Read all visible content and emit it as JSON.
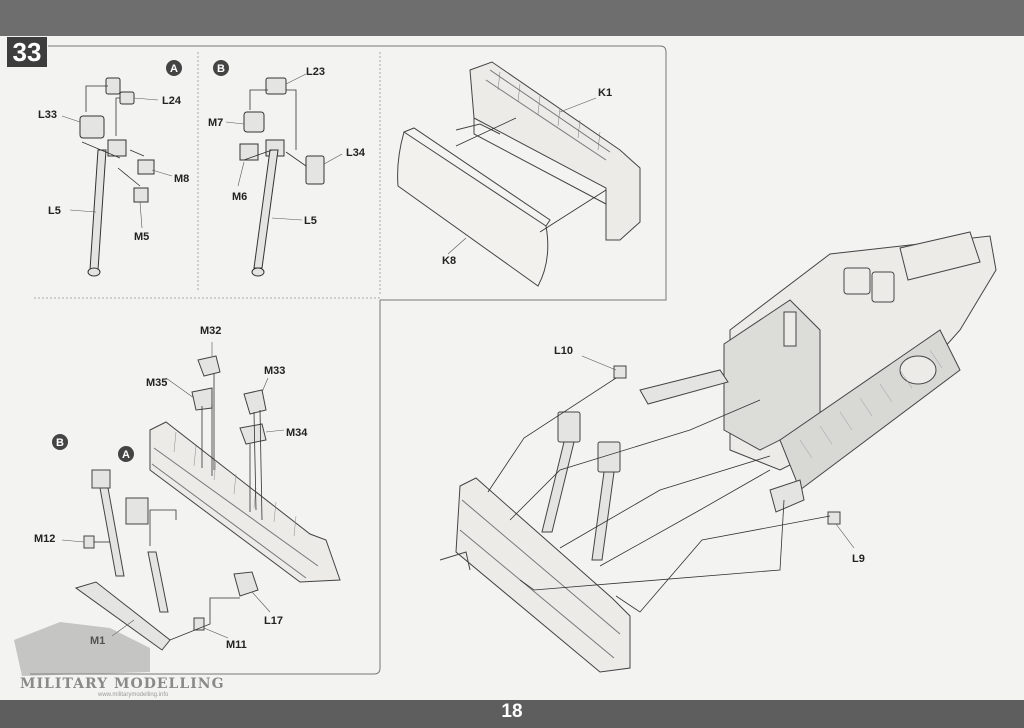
{
  "step": {
    "number": "33"
  },
  "page": {
    "number": "18"
  },
  "variants": {
    "a": "A",
    "b": "B"
  },
  "parts": {
    "L24": "L24",
    "L33": "L33",
    "M8": "M8",
    "L5a": "L5",
    "M5": "M5",
    "L23": "L23",
    "M7": "M7",
    "L34": "L34",
    "M6": "M6",
    "L5b": "L5",
    "K1": "K1",
    "K8": "K8",
    "M32": "M32",
    "M33": "M33",
    "M35": "M35",
    "M34": "M34",
    "M12": "M12",
    "M1": "M1",
    "M11": "M11",
    "L17": "L17",
    "L10": "L10",
    "L9": "L9"
  },
  "watermark": {
    "text": "MILITARY MODELLING",
    "url": "www.militarymodelling.info"
  }
}
